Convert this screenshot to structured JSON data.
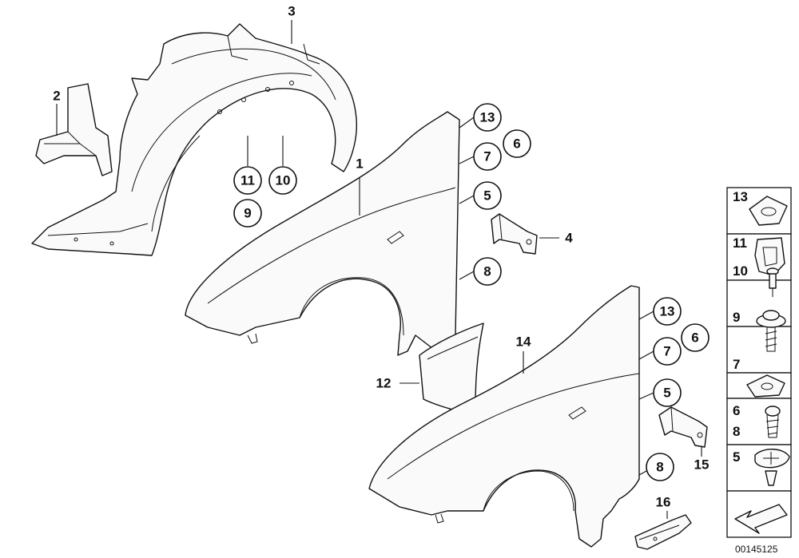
{
  "parts": {
    "p1": "1",
    "p2": "2",
    "p3": "3",
    "p4": "4",
    "p5": "5",
    "p6": "6",
    "p7": "7",
    "p8": "8",
    "p9": "9",
    "p10": "10",
    "p11": "11",
    "p12": "12",
    "p13": "13",
    "p14": "14",
    "p15": "15",
    "p16": "16"
  },
  "legend": {
    "rows": [
      "13",
      "11",
      "10",
      "9",
      "7",
      "6",
      "8",
      "5"
    ]
  },
  "ref_number": "00145125"
}
